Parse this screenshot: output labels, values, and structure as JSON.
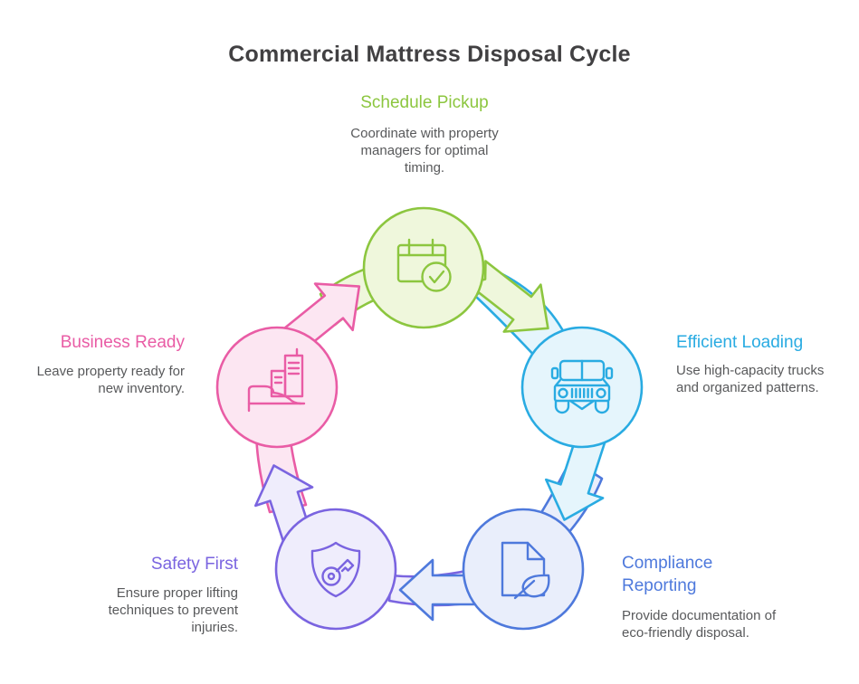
{
  "title": "Commercial Mattress Disposal Cycle",
  "colors": {
    "green": "#8CC63F",
    "green_fill": "#EFF7DC",
    "cyan": "#29ABE2",
    "cyan_fill": "#E5F5FC",
    "blue": "#4E79DC",
    "blue_fill": "#E9EEFB",
    "purple": "#7A64E0",
    "purple_fill": "#EFEDFC",
    "pink": "#E95CA5",
    "pink_fill": "#FCE6F2",
    "title_text": "#414042",
    "body_text": "#58595B"
  },
  "stages": [
    {
      "id": "schedule-pickup",
      "label": "Schedule Pickup",
      "description": "Coordinate with property managers for optimal timing.",
      "icon": "calendar-check-icon",
      "color": "#8CC63F"
    },
    {
      "id": "efficient-loading",
      "label": "Efficient Loading",
      "description": "Use high-capacity trucks and organized patterns.",
      "icon": "truck-icon",
      "color": "#29ABE2"
    },
    {
      "id": "compliance-reporting",
      "label": "Compliance Reporting",
      "description": "Provide documentation of eco-friendly disposal.",
      "icon": "document-leaf-icon",
      "color": "#4E79DC"
    },
    {
      "id": "safety-first",
      "label": "Safety First",
      "description": "Ensure proper lifting techniques to prevent injuries.",
      "icon": "shield-key-icon",
      "color": "#7A64E0"
    },
    {
      "id": "business-ready",
      "label": "Business Ready",
      "description": "Leave property ready for new inventory.",
      "icon": "building-bed-icon",
      "color": "#E95CA5"
    }
  ]
}
